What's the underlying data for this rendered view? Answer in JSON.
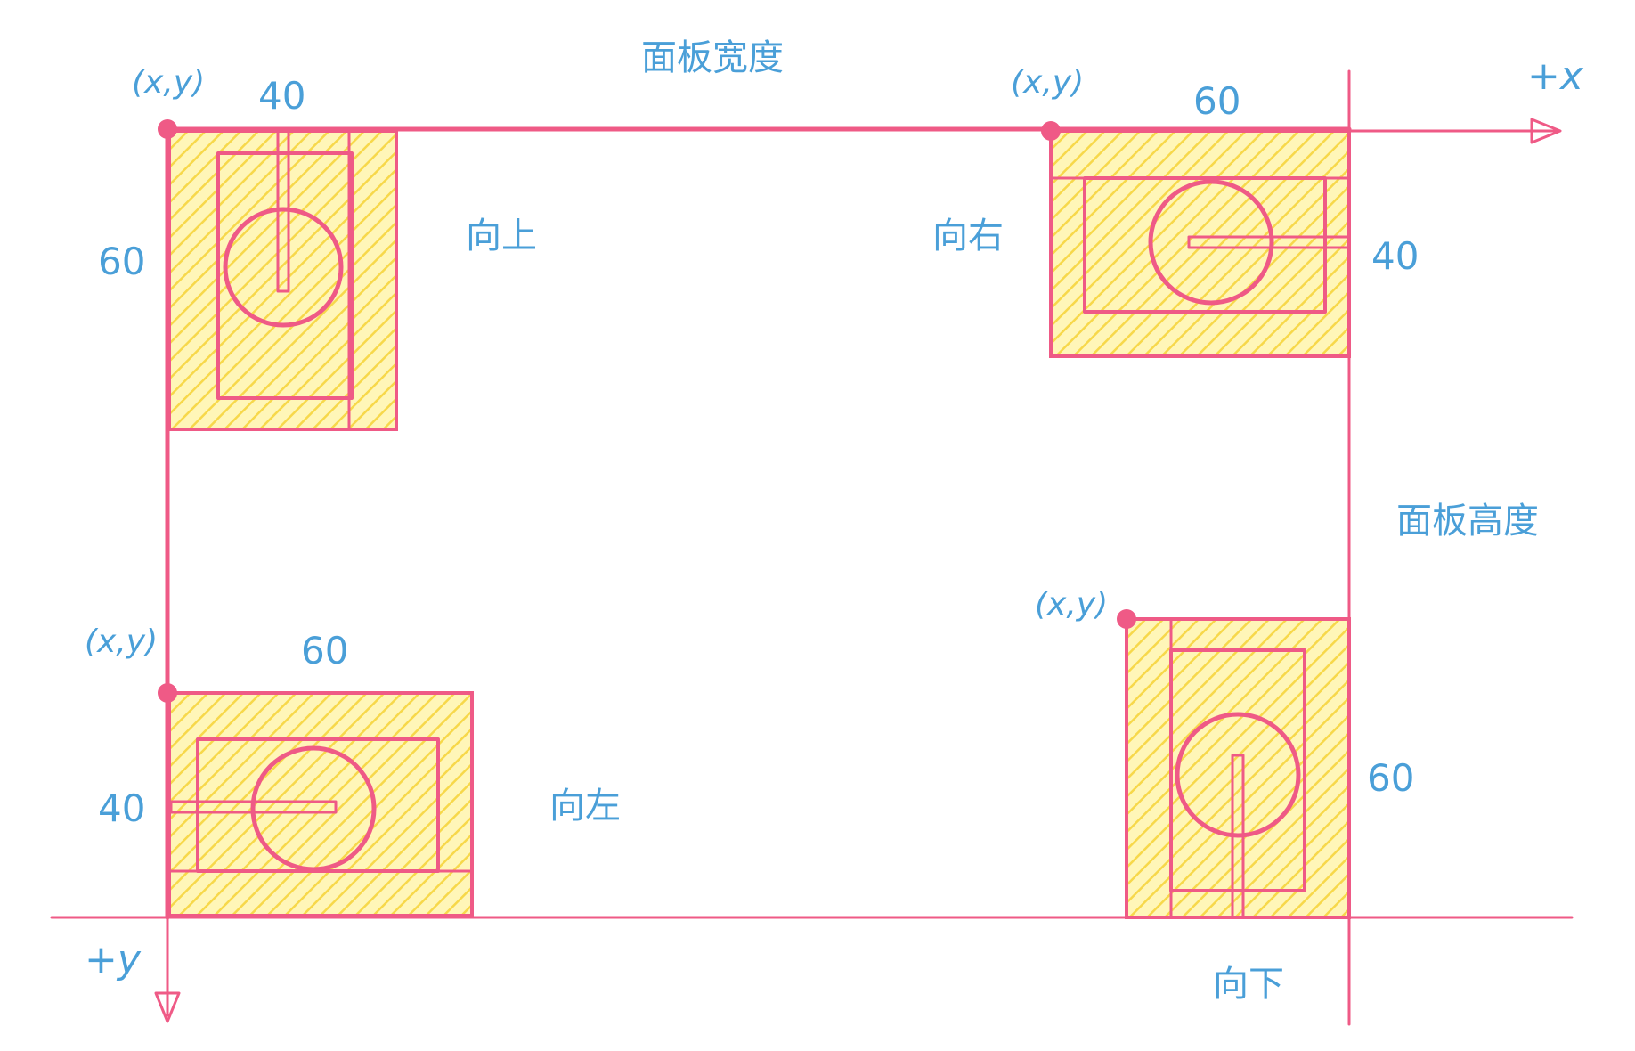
{
  "diagram": {
    "panel_width_label": "面板宽度",
    "panel_height_label": "面板高度",
    "x_axis_label": "+x",
    "y_axis_label": "+y",
    "colors": {
      "stroke": "#ef5a86",
      "hatch": "#f7d84a",
      "hatch_bg": "#fff6b8",
      "text": "#4a9fd8"
    },
    "components": [
      {
        "id": "up",
        "direction_label": "向上",
        "origin_label": "(x,y)",
        "width_label": "40",
        "height_label": "60"
      },
      {
        "id": "right",
        "direction_label": "向右",
        "origin_label": "(x,y)",
        "width_label": "60",
        "height_label": "40"
      },
      {
        "id": "left",
        "direction_label": "向左",
        "origin_label": "(x,y)",
        "width_label": "60",
        "height_label": "40"
      },
      {
        "id": "down",
        "direction_label": "向下",
        "origin_label": "(x,y)",
        "width_label": "",
        "height_label": "60"
      }
    ]
  }
}
